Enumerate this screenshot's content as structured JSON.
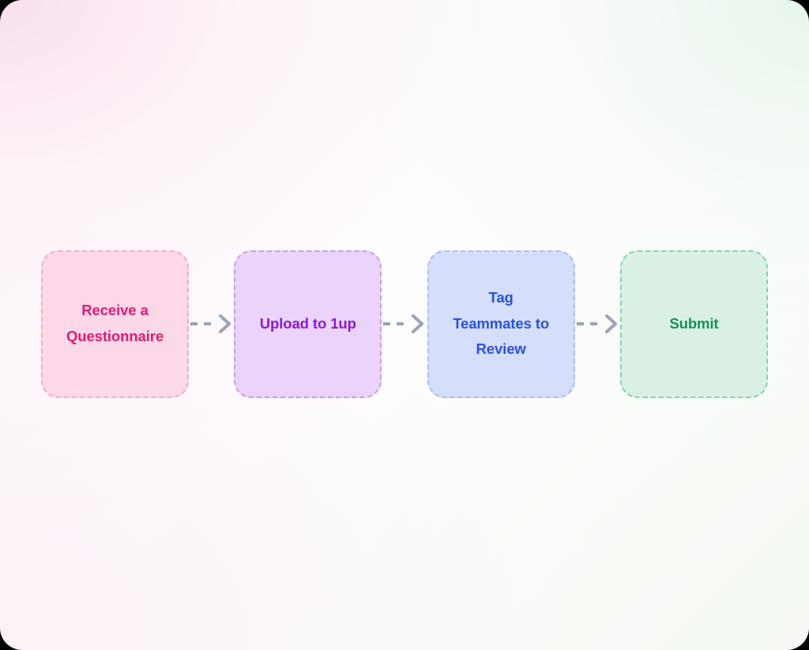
{
  "diagram": {
    "type": "horizontal-flow",
    "background_colors": {
      "top_left": "#F9DFEE",
      "top_right": "#E2F3E7",
      "bottom_left": "#FAECF5",
      "bottom_right": "#F5F9F3",
      "center": "#FFFDFE"
    },
    "connector": {
      "icon": "dashed-arrow-right-icon",
      "color": "#9AA3B8",
      "count": 3
    },
    "steps": [
      {
        "id": "receive-questionnaire",
        "label": "Receive a\nQuestionnaire",
        "palette": "pink",
        "fill": "#FCD8E8",
        "border": "#F7A8C8",
        "text_color": "#E21B72"
      },
      {
        "id": "upload-to-1up",
        "label": "Upload to 1up",
        "palette": "purple",
        "fill": "#EBD4FB",
        "border": "#C79BF0",
        "text_color": "#8B18D6"
      },
      {
        "id": "tag-teammates-to-review",
        "label": "Tag\nTeammates to\nReview",
        "palette": "blue",
        "fill": "#D5DEFA",
        "border": "#A9BCF5",
        "text_color": "#2B50DE"
      },
      {
        "id": "submit",
        "label": "Submit",
        "palette": "green",
        "fill": "#DBF0E4",
        "border": "#7ED6A8",
        "text_color": "#109257"
      }
    ]
  }
}
